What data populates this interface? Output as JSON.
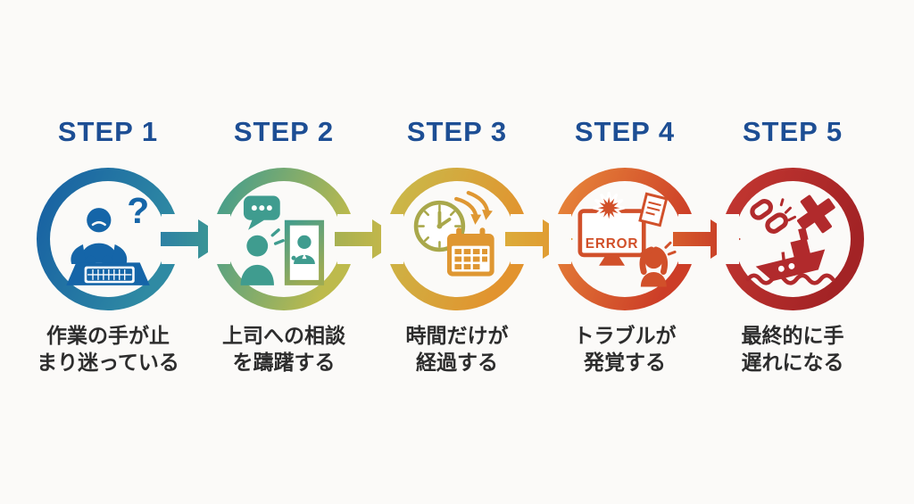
{
  "diagram": {
    "background_color": "#fbfaf8",
    "heading_color": "#1d4e94",
    "label_color": "#2d2d2d"
  },
  "steps": [
    {
      "heading": "STEP 1",
      "label": "作業の手が止\nまり迷っている",
      "icon": "confused-worker-at-keyboard-icon",
      "icon_glyph": "?",
      "ring_colors": [
        "#1760a3",
        "#2f8aa3"
      ],
      "icon_color": "#1565a8"
    },
    {
      "heading": "STEP 2",
      "label": "上司への相談\nを躊躇する",
      "icon": "hesitant-consultation-at-door-icon",
      "ring_colors": [
        "#3f9c8f",
        "#bdba4c"
      ],
      "icon_color": "#3f9c8f"
    },
    {
      "heading": "STEP 3",
      "label": "時間だけが\n経過する",
      "icon": "clock-and-calendar-time-passing-icon",
      "ring_colors": [
        "#c8bb4b",
        "#e2932e"
      ],
      "icon_color": "#df9732"
    },
    {
      "heading": "STEP 4",
      "label": "トラブルが\n発覚する",
      "icon": "computer-error-trouble-icon",
      "error_text": "ERROR",
      "ring_colors": [
        "#e8883a",
        "#cc3d27"
      ],
      "icon_color": "#d1502a"
    },
    {
      "heading": "STEP 5",
      "label": "最終的に手\n遅れになる",
      "icon": "sinking-ship-too-late-icon",
      "ring_colors": [
        "#c33731",
        "#a32325"
      ],
      "icon_color": "#b12a2c"
    }
  ],
  "arrows": [
    {
      "name": "arrow-step1-to-step2",
      "colors": [
        "#2e81a4",
        "#3f9c8f"
      ]
    },
    {
      "name": "arrow-step2-to-step3",
      "colors": [
        "#a7b152",
        "#cdb947"
      ]
    },
    {
      "name": "arrow-step3-to-step4",
      "colors": [
        "#dcab3a",
        "#e2952f"
      ]
    },
    {
      "name": "arrow-step4-to-step5",
      "colors": [
        "#d65c2c",
        "#c43427"
      ]
    }
  ]
}
